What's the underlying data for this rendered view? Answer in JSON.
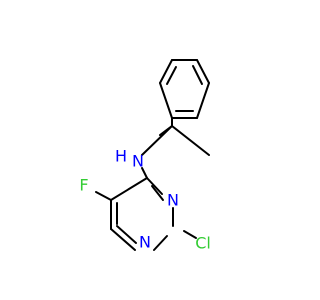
{
  "molecule": {
    "atoms": [
      {
        "id": "N_amine",
        "label": "N",
        "color": "#0000ff"
      },
      {
        "id": "H_amine",
        "label": "H",
        "color": "#0000ff"
      },
      {
        "id": "F",
        "label": "F",
        "color": "#33cc33"
      },
      {
        "id": "N_ring_top",
        "label": "N",
        "color": "#0000ff"
      },
      {
        "id": "N_ring_bottom",
        "label": "N",
        "color": "#0000ff"
      },
      {
        "id": "Cl",
        "label": "Cl",
        "color": "#33cc33"
      }
    ],
    "bond_color": "#000000"
  }
}
